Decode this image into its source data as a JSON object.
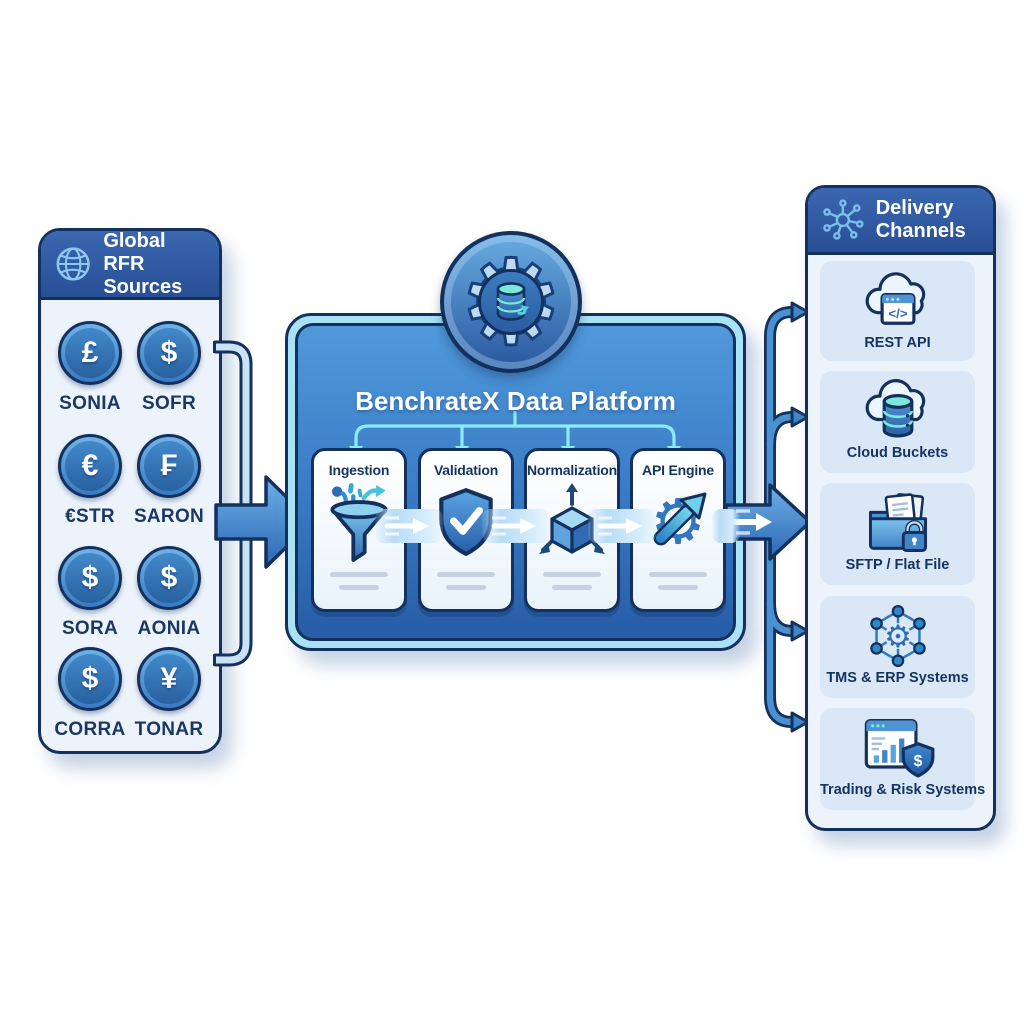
{
  "palette": {
    "outline_navy": "#14315e",
    "header_blue": "#2f5ba3",
    "platform_blue": "#3c7ec8",
    "panel_body": "#edf3fb",
    "item_box_blue": "#d9e7f7",
    "accent_cyan": "#8deaf8",
    "coin_blue": "#3a7ac0",
    "arrow_blue": "#3f86c8"
  },
  "icon_glyphs": {
    "gear": "⚙",
    "code": "</>",
    "dollar": "$"
  },
  "left_panel": {
    "title": "Global RFR Sources",
    "icon": "globe-icon",
    "items": [
      {
        "symbol": "£",
        "label": "SONIA"
      },
      {
        "symbol": "$",
        "label": "SOFR"
      },
      {
        "symbol": "€",
        "label": "€STR"
      },
      {
        "symbol": "₣",
        "label": "SARON"
      },
      {
        "symbol": "$",
        "label": "SORA"
      },
      {
        "symbol": "$",
        "label": "AONIA"
      },
      {
        "symbol": "$",
        "label": "CORRA"
      },
      {
        "symbol": "¥",
        "label": "TONAR"
      }
    ]
  },
  "platform": {
    "title": "BenchrateX Data Platform",
    "badge_icon": "gear-database-icon",
    "stages": [
      {
        "label": "Ingestion",
        "icon": "funnel-icon"
      },
      {
        "label": "Validation",
        "icon": "shield-check-icon"
      },
      {
        "label": "Normalization",
        "icon": "cube-arrows-icon"
      },
      {
        "label": "API Engine",
        "icon": "gear-arrow-icon"
      }
    ]
  },
  "right_panel": {
    "title": "Delivery Channels",
    "icon": "network-hub-icon",
    "items": [
      {
        "label": "REST API",
        "icon": "cloud-code-icon"
      },
      {
        "label": "Cloud Buckets",
        "icon": "cloud-database-icon"
      },
      {
        "label": "SFTP / Flat File",
        "icon": "folder-lock-icon"
      },
      {
        "label": "TMS & ERP Systems",
        "icon": "network-gear-icon"
      },
      {
        "label": "Trading & Risk Systems",
        "icon": "chart-shield-icon"
      }
    ]
  }
}
